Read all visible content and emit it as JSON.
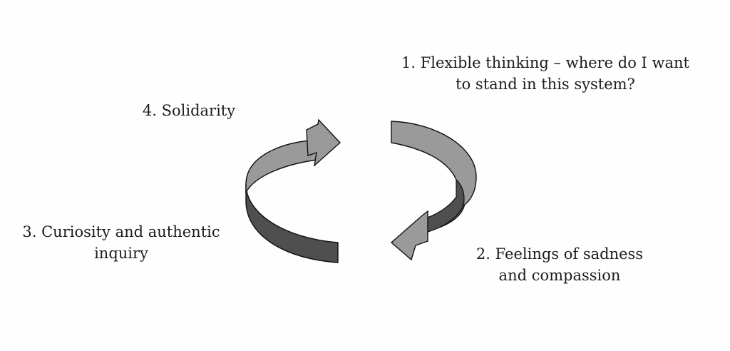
{
  "diagram": {
    "steps": [
      {
        "id": 1,
        "lines": [
          "1. Flexible thinking – where do I want",
          "to stand in this system?"
        ]
      },
      {
        "id": 2,
        "lines": [
          "2. Feelings of sadness",
          "and compassion"
        ]
      },
      {
        "id": 3,
        "lines": [
          "3. Curiosity and authentic",
          "inquiry"
        ]
      },
      {
        "id": 4,
        "lines": [
          "4. Solidarity"
        ]
      }
    ],
    "arrow_colors": {
      "face": "#9a9a9a",
      "back": "#4f4f4f",
      "outline": "#111111"
    },
    "arrow_icons": [
      "curved-arrow-right-icon",
      "curved-arrow-left-icon"
    ]
  }
}
